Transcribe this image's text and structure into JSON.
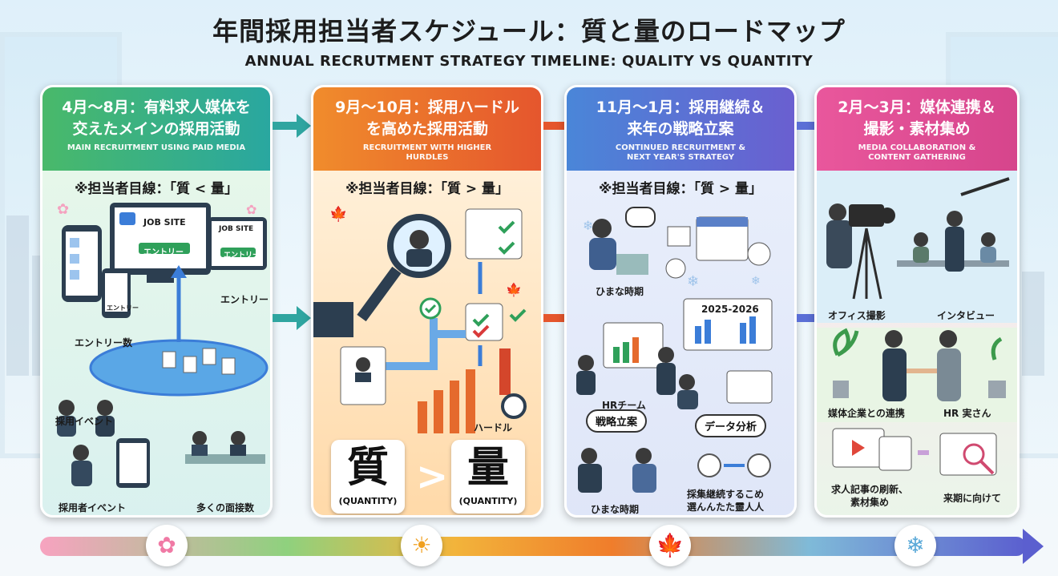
{
  "title": "年間採用担当者スケジュール：質と量のロードマップ",
  "subtitle": "ANNUAL RECRUTMENT STRATEGY TIMELINE: QUALITY VS QUANTITY",
  "cards": [
    {
      "heading": "4月〜8月：有料求人媒体を交えたメインの採用活動",
      "heading_l1": "4月〜8月：有料求人媒体を",
      "heading_l2": "交えたメインの採用活動",
      "en": "MAIN RECRUITMENT USING PAID MEDIA",
      "eye": "※担当者目線：「質 < 量」",
      "labels": {
        "job_site_1": "JOB SITE",
        "entry_btn_1": "エントリー",
        "job_site_2": "JOB SITE",
        "entry_btn_2": "エントリー",
        "phone_btn": "エントリー",
        "entry": "エントリー",
        "entry_count": "エントリー数",
        "event": "採用イベント",
        "hirer_event": "採用者イベント",
        "interviews": "多くの面接数"
      },
      "color": "#49b96a"
    },
    {
      "heading_l1": "9月〜10月：採用ハードル",
      "heading_l2": "を高めた採用活動",
      "en_l1": "RECRUITMENT WITH HIGHER",
      "en_l2": "HURDLES",
      "eye": "※担当者目線：「質 > 量」",
      "labels": {
        "hurdle": "ハードル",
        "kanji_quality": "質",
        "kanji_quantity": "量",
        "sub_left": "(QUANTITY)",
        "sub_right": "(QUANTITY)",
        "gt": ">"
      },
      "color": "#f08c2c"
    },
    {
      "heading_l1": "11月〜1月：採用継続＆",
      "heading_l2": "来年の戦略立案",
      "en_l1": "CONTINUED RECRUITMENT &",
      "en_l2": "NEXT YEAR'S STRATEGY",
      "eye": "※担当者目線：「質 > 量」",
      "labels": {
        "idle_1": "ひまな時期",
        "year": "2025-2026",
        "hr_team": "HRチーム",
        "strategy": "戦略立案",
        "data_analysis": "データ分析",
        "idle_2": "ひまな時期",
        "continue_l1": "採集継続するこめ",
        "continue_l2": "選んんたた靈人人"
      },
      "color": "#4a86d8"
    },
    {
      "heading_l1": "2月〜3月：媒体連携＆",
      "heading_l2": "撮影・素材集め",
      "en_l1": "MEDIA COLLABORATION &",
      "en_l2": "CONTENT GATHERING",
      "labels": {
        "office_shoot": "オフィス撮影",
        "interview": "インタビュー",
        "media_collab": "媒体企業との連携",
        "hr_san": "HR 実さん",
        "refresh_l1": "求人記事の刷新、",
        "refresh_l2": "素材集め",
        "next_term": "来期に向けて"
      },
      "color": "#e9579c"
    }
  ],
  "seasons": [
    {
      "name": "spring-icon",
      "glyph": "✿",
      "color": "#f07aa5"
    },
    {
      "name": "summer-icon",
      "glyph": "☀",
      "color": "#f0a020"
    },
    {
      "name": "autumn-icon",
      "glyph": "🍁",
      "color": "#d9542a"
    },
    {
      "name": "winter-icon",
      "glyph": "❄",
      "color": "#5aa9d8"
    }
  ]
}
